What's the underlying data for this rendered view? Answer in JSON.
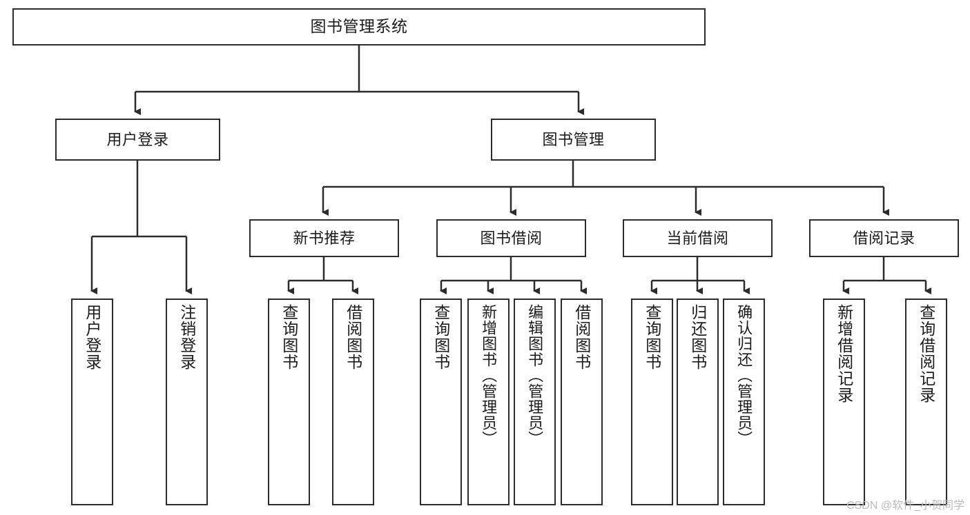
{
  "diagram": {
    "title": "图书管理系统",
    "root": {
      "label": "图书管理系统"
    },
    "level2": [
      {
        "label": "用户登录"
      },
      {
        "label": "图书管理"
      }
    ],
    "level3": [
      {
        "label": "新书推荐"
      },
      {
        "label": "图书借阅"
      },
      {
        "label": "当前借阅"
      },
      {
        "label": "借阅记录"
      }
    ],
    "leaves": [
      {
        "label": "用户登录",
        "parent": "用户登录"
      },
      {
        "label": "注销登录",
        "parent": "用户登录"
      },
      {
        "label": "查询图书",
        "parent": "新书推荐"
      },
      {
        "label": "借阅图书",
        "parent": "新书推荐"
      },
      {
        "label": "查询图书",
        "parent": "图书借阅"
      },
      {
        "label": "新增图书（管理员）",
        "parent": "图书借阅"
      },
      {
        "label": "编辑图书（管理员）",
        "parent": "图书借阅"
      },
      {
        "label": "借阅图书",
        "parent": "图书借阅"
      },
      {
        "label": "查询图书",
        "parent": "当前借阅"
      },
      {
        "label": "归还图书",
        "parent": "当前借阅"
      },
      {
        "label": "确认归还（管理员）",
        "parent": "当前借阅"
      },
      {
        "label": "新增借阅记录",
        "parent": "借阅记录"
      },
      {
        "label": "查询借阅记录",
        "parent": "借阅记录"
      }
    ],
    "watermark": "CSDN @软件_小贺同学",
    "colors": {
      "stroke": "#2b2b2b",
      "background": "#ffffff",
      "text": "#1b1b1b",
      "watermark": "#b9b9b9"
    }
  }
}
